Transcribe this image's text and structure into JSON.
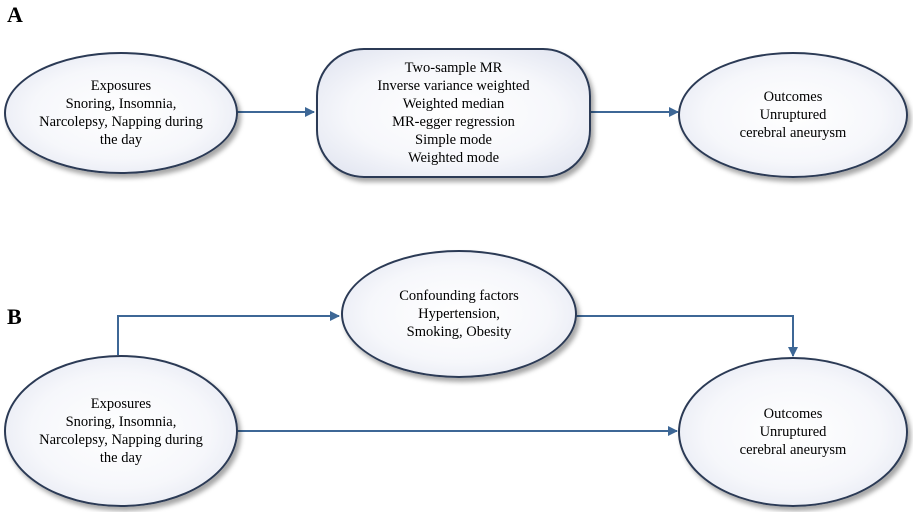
{
  "panels": {
    "a": {
      "label": "A",
      "exposures": [
        "Exposures",
        "Snoring,  Insomnia,",
        "Narcolepsy, Napping during",
        "the day"
      ],
      "methods": [
        "Two-sample MR",
        "Inverse variance weighted",
        "Weighted median",
        "MR-egger regression",
        "Simple mode",
        "Weighted mode"
      ],
      "outcomes": [
        "Outcomes",
        "Unruptured",
        "cerebral aneurysm"
      ]
    },
    "b": {
      "label": "B",
      "confounders": [
        "Confounding factors",
        "Hypertension,",
        "Smoking,  Obesity"
      ],
      "exposures": [
        "Exposures",
        "Snoring,  Insomnia,",
        "Narcolepsy, Napping during",
        "the day"
      ],
      "outcomes": [
        "Outcomes",
        "Unruptured",
        "cerebral aneurysm"
      ]
    }
  },
  "colors": {
    "arrow": "#3d6796",
    "node_border": "#2b3a55"
  }
}
